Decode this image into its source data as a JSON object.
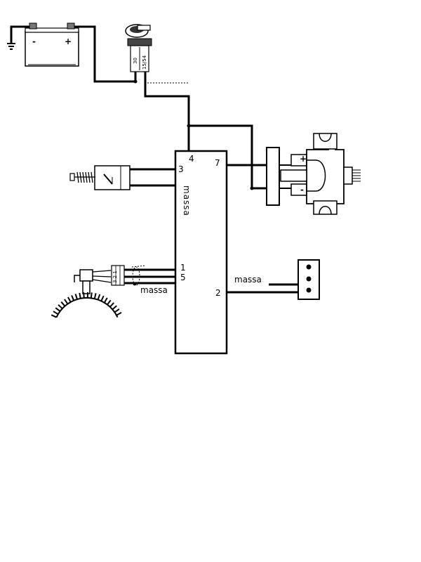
{
  "battery": {
    "minus": "-",
    "plus": "+"
  },
  "ignition_switch": {
    "terminal_a": "30",
    "terminal_b": "15/54"
  },
  "module": {
    "pins": {
      "p1": "1",
      "p2": "2",
      "p3": "3",
      "p4": "4",
      "p5": "5",
      "p7": "7"
    },
    "massa_inside": "massa"
  },
  "labels": {
    "massa_sensor": "massa",
    "massa_right": "massa"
  },
  "sensor_connector": {
    "pins": "3 2 1"
  },
  "coil": {
    "plus": "+",
    "minus": "-"
  }
}
